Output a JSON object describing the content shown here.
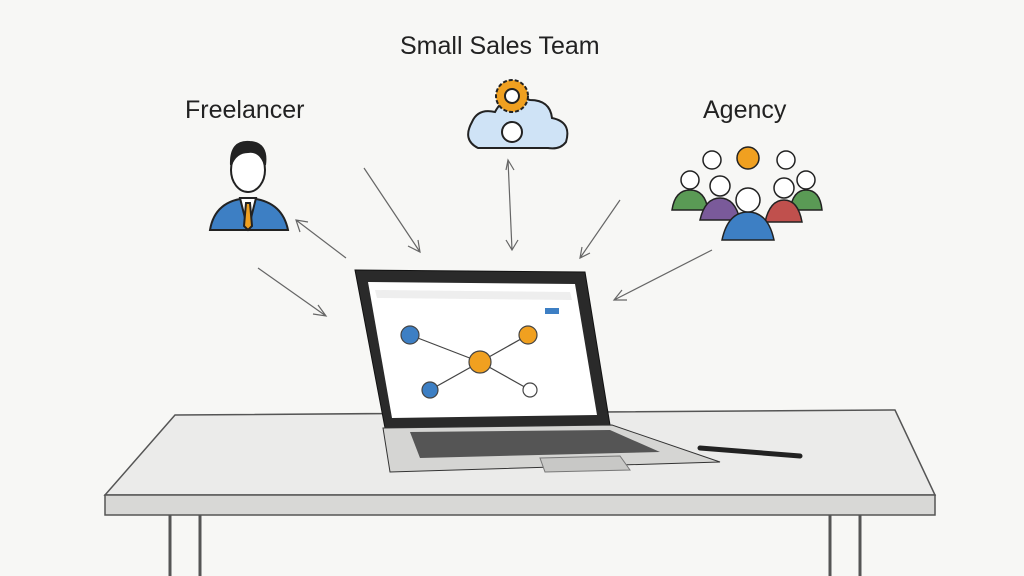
{
  "labels": {
    "freelancer": "Freelancer",
    "small_sales_team": "Small Sales Team",
    "agency": "Agency"
  },
  "icons": {
    "freelancer": "businessman-icon",
    "small_sales_team": "cloud-gear-icon",
    "agency": "group-of-people-icon"
  },
  "colors": {
    "orange": "#f0a020",
    "blue": "#3d7fc4",
    "green": "#5a9a55",
    "purple": "#7a5a9a",
    "pencil": "#555555"
  }
}
